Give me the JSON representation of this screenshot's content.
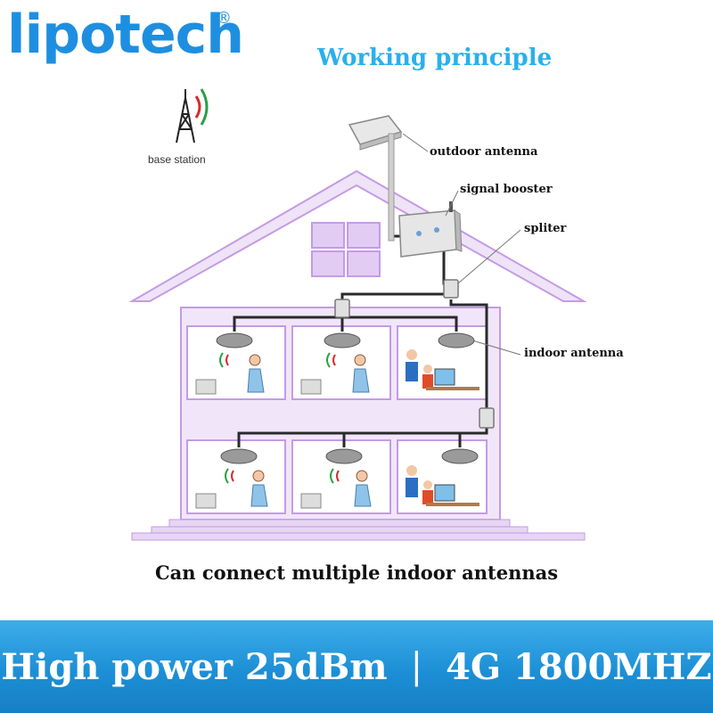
{
  "brand": {
    "name": "lipotech",
    "registered_mark": "®"
  },
  "title": "Working principle",
  "labels": {
    "base_station": "base station",
    "outdoor_antenna": "outdoor antenna",
    "signal_booster": "signal booster",
    "spliter": "spliter",
    "indoor_antenna": "indoor antenna"
  },
  "caption": "Can connect multiple indoor antennas",
  "banner": {
    "left": "High power 25dBm",
    "separator": "|",
    "right": "4G 1800MHZ"
  },
  "colors": {
    "brand": "#1e8fe0",
    "title": "#2ab0ea",
    "house_outline": "#c49be6",
    "banner": "#1c8fd6"
  },
  "icons": [
    "cell-tower-icon",
    "signal-wave-icon",
    "panel-antenna-icon",
    "repeater-icon",
    "splitter-icon",
    "ceiling-antenna-icon",
    "person-icon",
    "computer-icon"
  ]
}
